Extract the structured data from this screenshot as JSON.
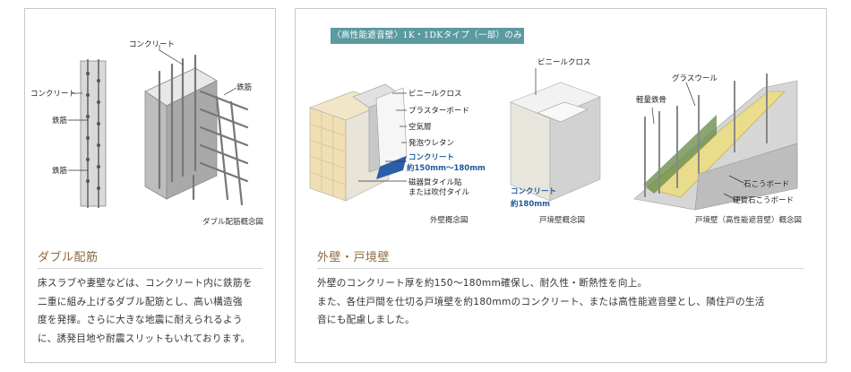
{
  "left_panel": {
    "labels": {
      "concrete_top": "コンクリート",
      "concrete_left": "コンクリート",
      "rebar_right": "鉄筋",
      "rebar_left_1": "鉄筋",
      "rebar_left_2": "鉄筋"
    },
    "caption": "ダブル配筋概念図",
    "heading": "ダブル配筋",
    "body_lines": [
      "床スラブや妻壁などは、コンクリート内に鉄筋を",
      "二重に組み上げるダブル配筋とし、高い構造強",
      "度を発揮。さらに大きな地震に耐えられるよう",
      "に、誘発目地や耐震スリットもいれております。"
    ]
  },
  "right_panel": {
    "badge": "〈高性能遮音壁〉1K・1DKタイプ（一部）のみ",
    "exterior_labels": {
      "vinyl_cloth": "ビニールクロス",
      "plaster_board": "プラスターボード",
      "air_layer": "空気層",
      "urethane": "発泡ウレタン",
      "concrete": "コンクリート",
      "concrete_thickness": "約150mm～180mm",
      "tile_1": "磁器質タイル貼",
      "tile_2": "または吹付タイル"
    },
    "exterior_caption": "外壁概念図",
    "partition_labels": {
      "vinyl_cloth": "ビニールクロス",
      "concrete": "コンクリート",
      "concrete_thickness": "約180mm"
    },
    "partition_caption": "戸境壁概念図",
    "soundproof_labels": {
      "glass_wool": "グラスウール",
      "light_steel": "軽量鉄骨",
      "gypsum_board": "石こうボード",
      "hard_gypsum_board": "硬質石こうボード"
    },
    "soundproof_caption": "戸境壁（高性能遮音壁）概念図",
    "heading": "外壁・戸境壁",
    "body_lines": [
      "外壁のコンクリート厚を約150～180mm確保し、耐久性・断熱性を向上。",
      "また、各住戸間を仕切る戸境壁を約180mmのコンクリート、または高性能遮音壁とし、隣住戸の生活",
      "音にも配慮しました。"
    ]
  },
  "colors": {
    "heading": "#8b6a3e",
    "badge_bg": "#5a9aa0",
    "blue_text": "#1e5a9e",
    "border": "#c8c8c8"
  }
}
